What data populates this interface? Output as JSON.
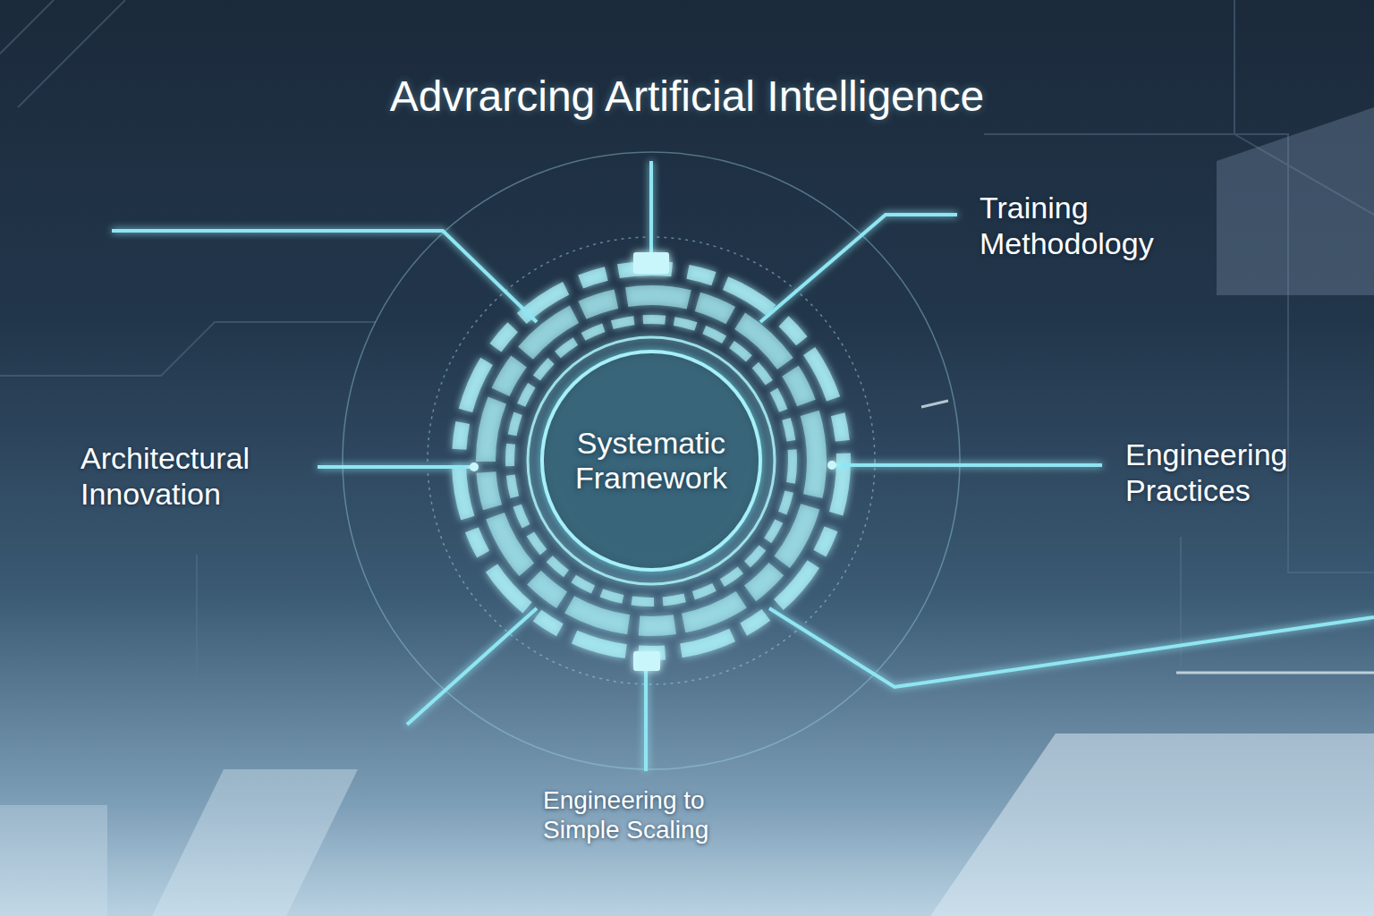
{
  "diagram": {
    "title": "Advrarcing Artificial Intelligence",
    "nodes": [
      {
        "text": [
          "Systematic Framework"
        ]
      }
    ],
    "labels": [
      "Training Methodology",
      "Architectural Innovation",
      "Engineering Practices",
      "Engineering to Simple Scaling"
    ]
  }
}
